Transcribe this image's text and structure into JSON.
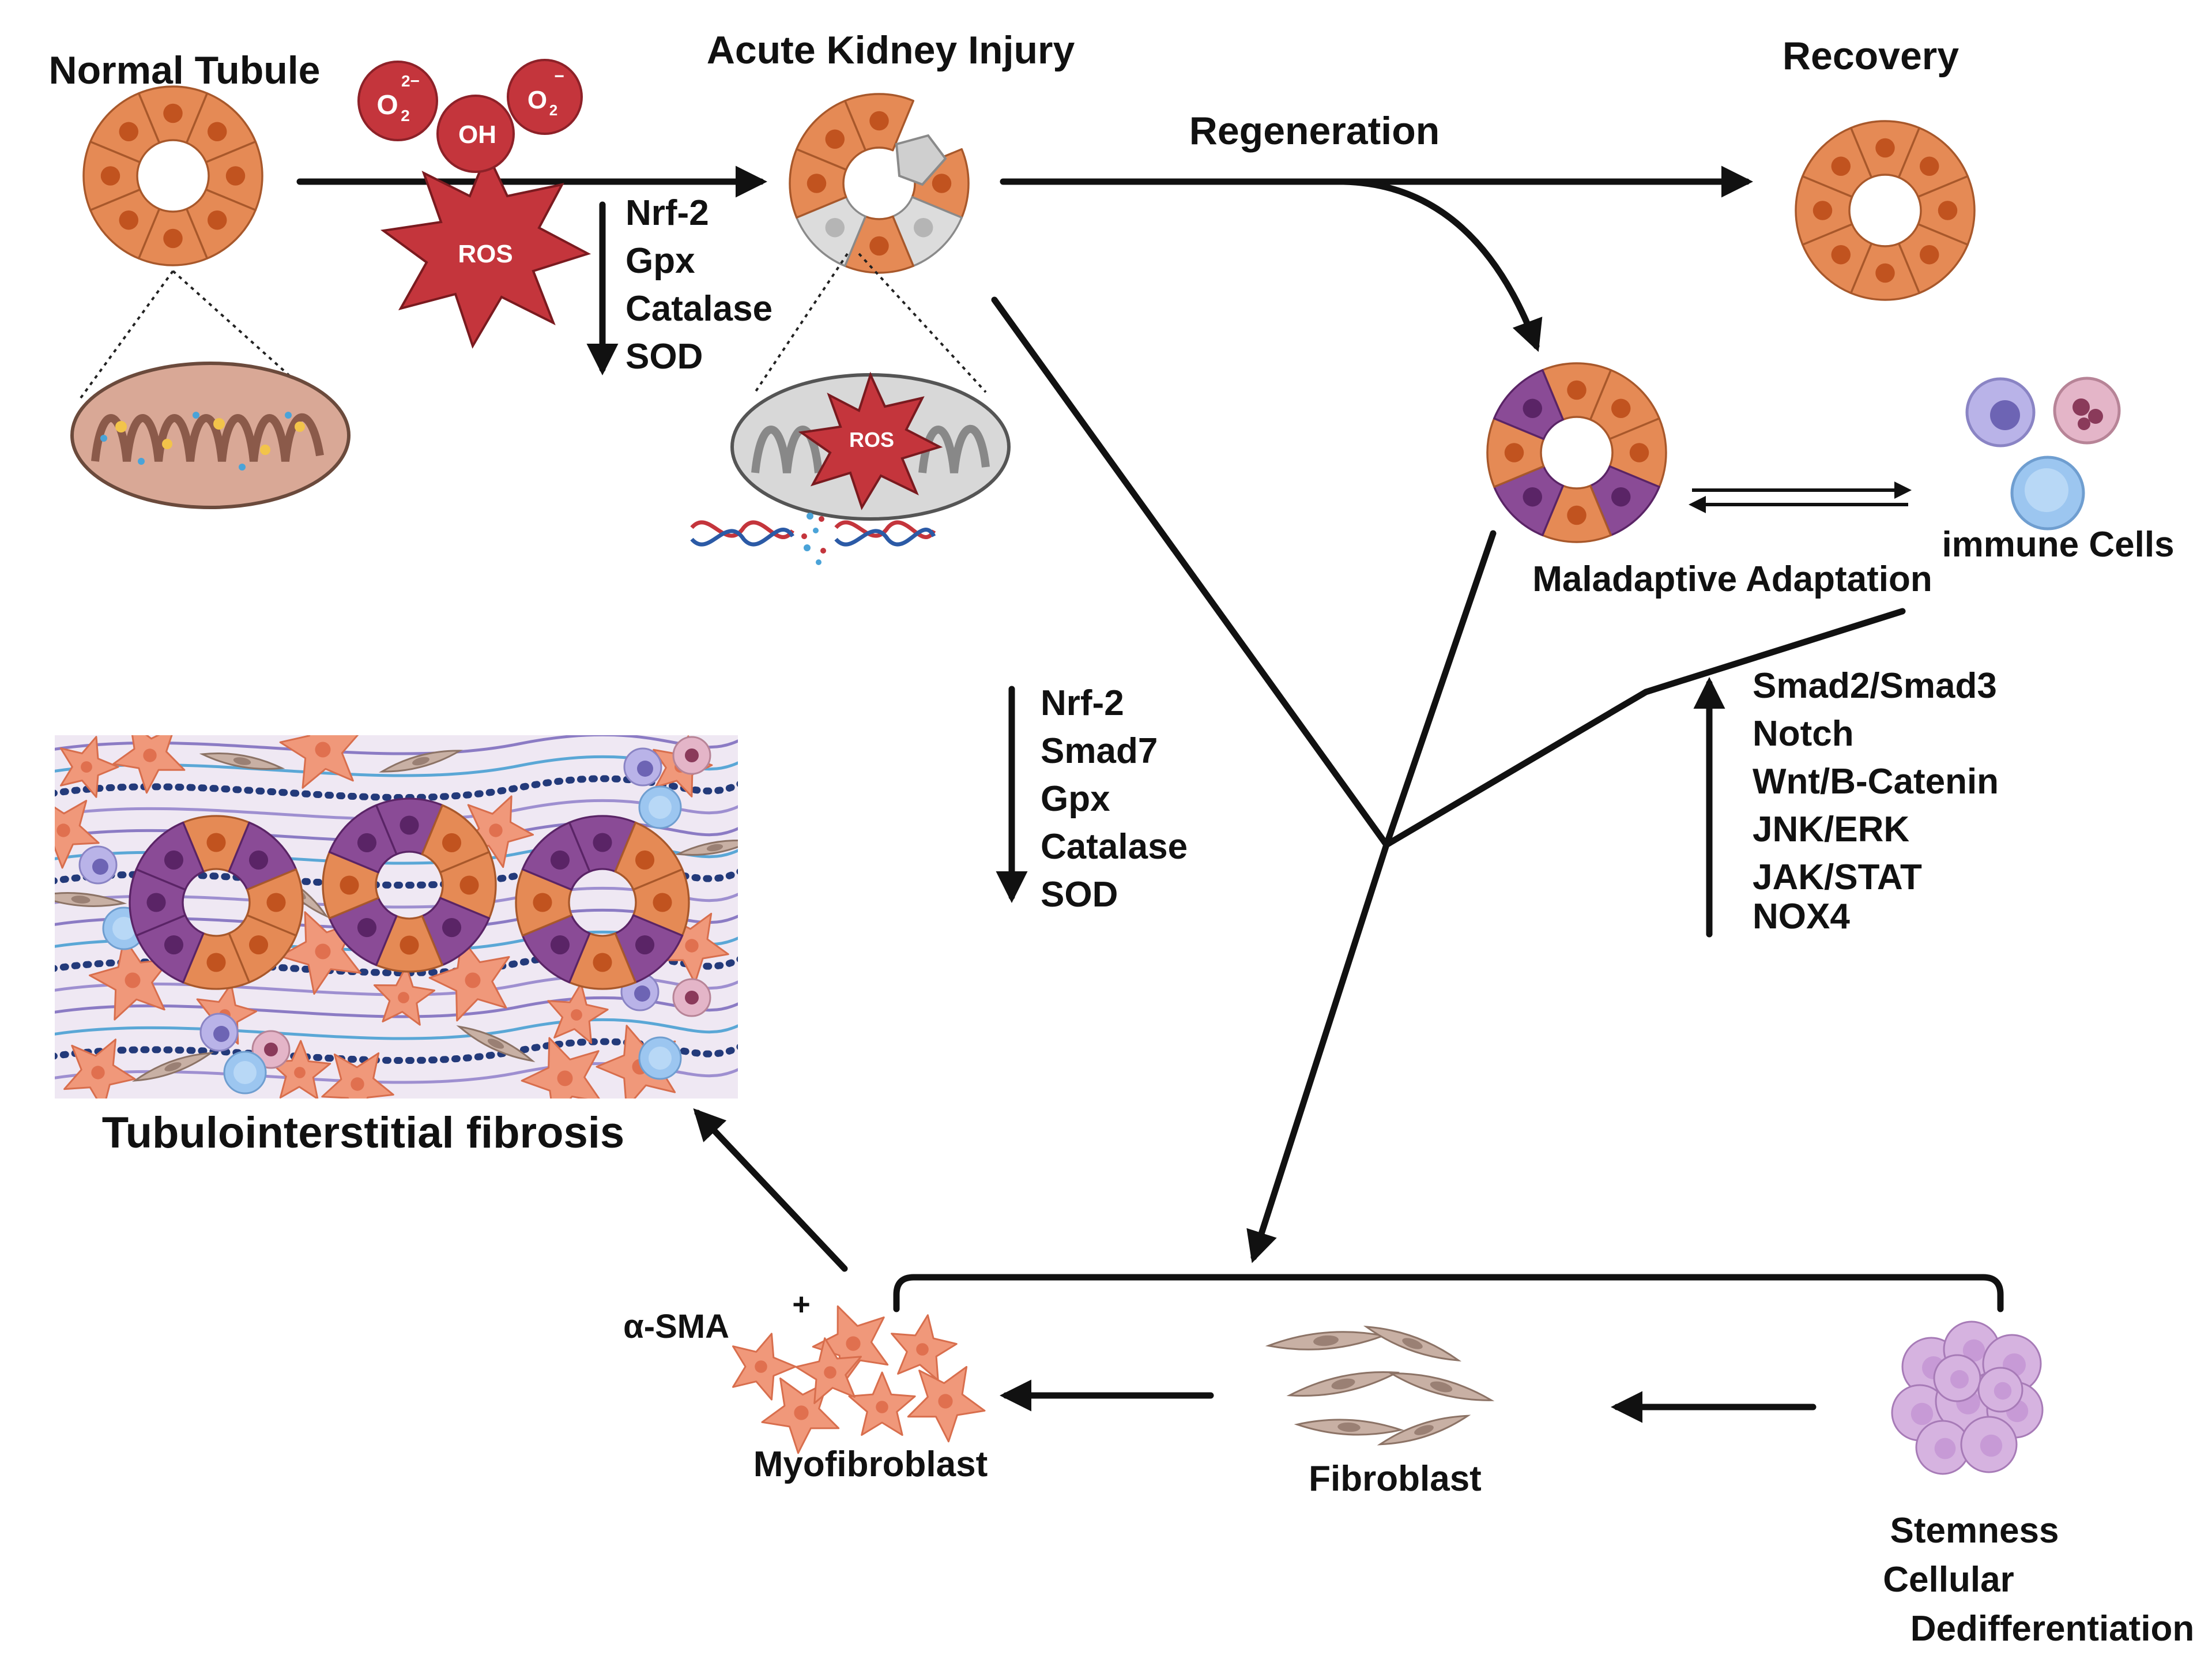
{
  "labels": {
    "normal_tubule": "Normal Tubule",
    "acute_kidney_injury": "Acute Kidney Injury",
    "recovery": "Recovery",
    "regeneration": "Regeneration",
    "maladaptive_adaptation": "Maladaptive Adaptation",
    "immune_cells": "immune Cells",
    "tubulointerstitial_fibrosis": "Tubulointerstitial fibrosis",
    "alpha_sma": "α-SMA",
    "alpha_sma_sup": "+",
    "myofibroblast": "Myofibroblast",
    "fibroblast": "Fibroblast",
    "stemness": "Stemness",
    "cellular": "Cellular",
    "dedifferentiation": "Dedifferentiation",
    "ros_main": "ROS",
    "ros_mito": "ROS",
    "radical_superoxide_1": "O",
    "radical_superoxide_1_sub": "2",
    "radical_superoxide_1_sup": "2−",
    "radical_hydroxyl": "OH",
    "radical_superoxide_2": "O",
    "radical_superoxide_2_sub": "2",
    "radical_superoxide_2_sup": "−"
  },
  "lists": {
    "aki_downregulated": [
      "Nrf-2",
      "Gpx",
      "Catalase",
      "SOD"
    ],
    "fibrosis_downregulated": [
      "Nrf-2",
      "Smad7",
      "Gpx",
      "Catalase",
      "SOD"
    ],
    "maladaptive_upregulated": [
      "Smad2/Smad3",
      "Notch",
      "Wnt/B-Catenin",
      "JNK/ERK",
      "JAK/STAT",
      "NOX4"
    ]
  },
  "colors": {
    "tubule_orange": "#e58a55",
    "tubule_nucleus": "#c1531f",
    "tubule_purple": "#8a4b96",
    "purple_nucleus": "#5a2466",
    "injured_gray": "#dcdcdc",
    "ros_red": "#c4353c",
    "mito_normal": "#d9a896",
    "mito_gray": "#d8d8d8",
    "myofibroblast": "#f0987a",
    "fibroblast": "#c8b0a4",
    "stem_cell": "#d6b3e0",
    "immune_blue": "#9cc6f0",
    "arrow": "#111111"
  },
  "icons": [
    "normal-tubule-icon",
    "injured-tubule-icon",
    "recovered-tubule-icon",
    "maladaptive-tubule-icon",
    "mitochondrion-icon",
    "damaged-mitochondrion-icon",
    "dna-icon",
    "ros-burst-icon",
    "immune-cells-icon",
    "myofibroblast-icon",
    "fibroblast-icon",
    "stem-cells-icon",
    "fibrosis-tissue-icon"
  ]
}
